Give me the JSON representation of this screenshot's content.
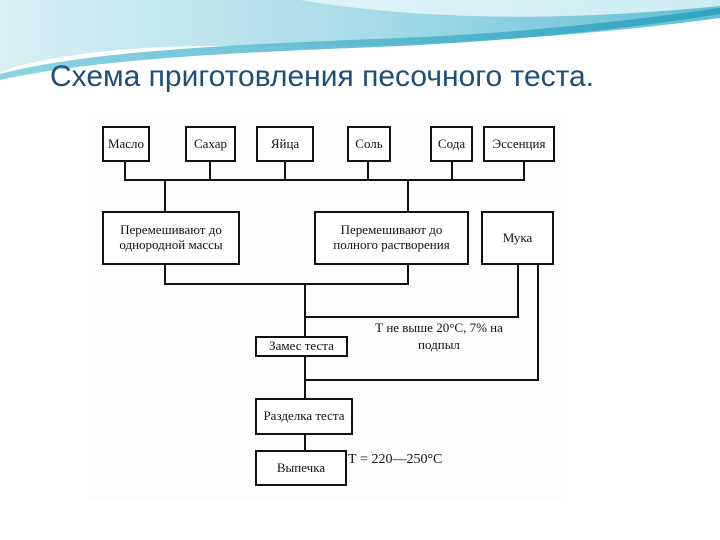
{
  "slide": {
    "title": "Схема приготовления песочного теста."
  },
  "diagram": {
    "ingredients": [
      "Масло",
      "Сахар",
      "Яйца",
      "Соль",
      "Сода",
      "Эссенция"
    ],
    "mix_homogeneous": "Перемешивают до однородной массы",
    "mix_dissolve": "Перемешивают до полного растворения",
    "flour": "Мука",
    "kneading": "Замес теста",
    "kneading_note": "Т не выше 20°C, 7% на подпыл",
    "shaping": "Разделка теста",
    "baking": "Выпечка",
    "baking_note": "Т = 220—250°C"
  },
  "colors": {
    "title": "#1f4e79",
    "swoosh_light": "#bfe6ef",
    "swoosh_dark": "#3aaac4"
  }
}
